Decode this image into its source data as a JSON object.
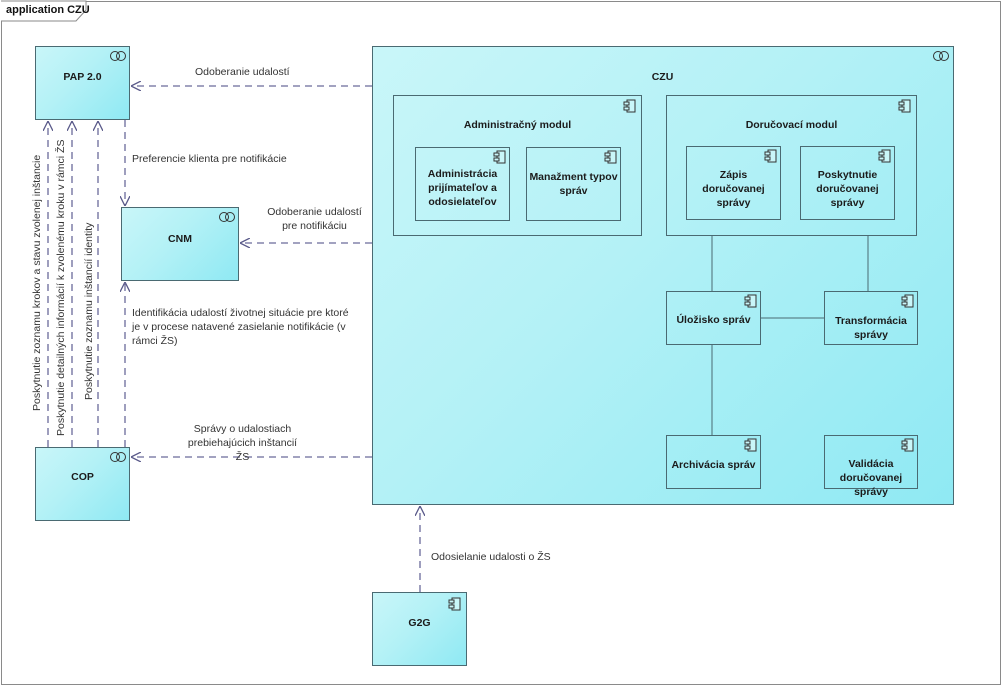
{
  "title": "application CZU",
  "nodes": {
    "pap": "PAP 2.0",
    "cnm": "CNM",
    "cop": "COP",
    "czu": "CZU",
    "g2g": "G2G",
    "admin_modul": "Administračný modul",
    "admin_prijimatelov": "Administrácia prijímateľov a odosielateľov",
    "manazment": "Manažment typov správ",
    "dorucovaci_modul": "Doručovací modul",
    "zapis": "Zápis doručovanej správy",
    "poskytnutie": "Poskytnutie doručovanej správy",
    "ulozisko": "Úložisko správ",
    "transformacia": "Transformácia správy",
    "archivacia": "Archivácia správ",
    "validacia": "Validácia doručovanej správy"
  },
  "edges": {
    "odoberanie_pap": "Odoberanie udalostí",
    "preferencie": "Preferencie klienta pre notifikácie",
    "odoberanie_cnm": "Odoberanie udalostí pre notifikáciu",
    "identifikacia": "Identifikácia udalostí životnej situácie pre ktoré je v procese natavené zasielanie notifikácie (v rámci ŽS)",
    "spravy_cop": "Správy o udalostiach prebiehajúcich inštancií ŽS",
    "odosielanie": "Odosielanie udalosti o ŽS",
    "cop_pap_1": "Poskytnutie zoznamu krokov a stavu zvolenej inštancie",
    "cop_pap_2": "Poskytnutie detailných informácií k zvolenému kroku v rámci ŽS",
    "cop_pap_3": "Poskytnutie zoznamu inštancií identity"
  },
  "icons": {
    "service": "service-icon",
    "component": "component-icon"
  }
}
